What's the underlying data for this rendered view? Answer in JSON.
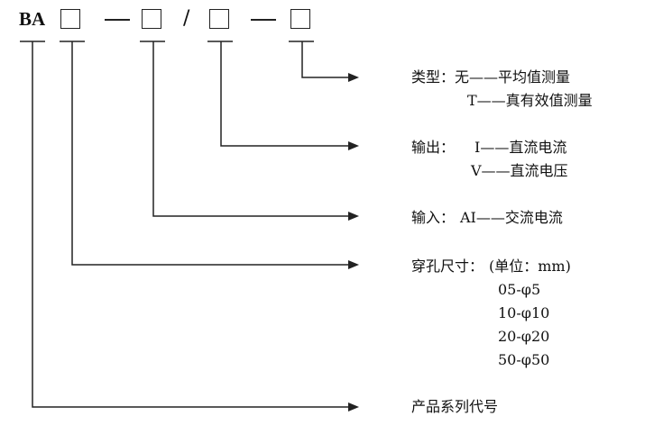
{
  "code": {
    "prefix": "BA",
    "dash1": "—",
    "slash": "/",
    "dash2": "—"
  },
  "legend": {
    "type": {
      "label": "类型：",
      "line1": "无——平均值测量",
      "line2": "T——真有效值测量"
    },
    "output": {
      "label": "输出：",
      "line1": "I——直流电流",
      "line2": "V——直流电压"
    },
    "input": {
      "label": "输入：",
      "line1": "AI——交流电流"
    },
    "aperture": {
      "label": "穿孔尺寸：",
      "unit": "(单位：mm)",
      "sizes": [
        "05-φ5",
        "10-φ10",
        "20-φ20",
        "50-φ50"
      ]
    },
    "series": {
      "label": "产品系列代号"
    }
  }
}
